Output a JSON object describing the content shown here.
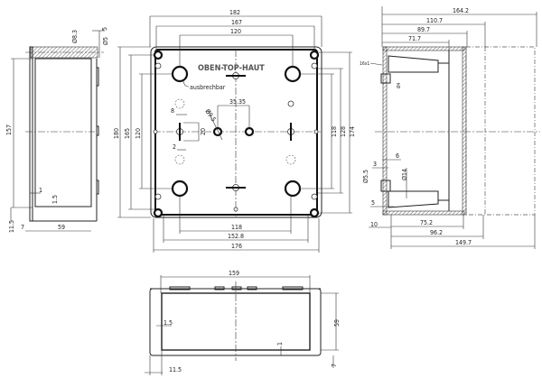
{
  "drawing": {
    "left_view": {
      "dims": {
        "h157": "157",
        "d83": "Ø8.3",
        "d5": "Ø5",
        "t5": "5",
        "t1": "1",
        "t15": "1.5",
        "t115": "11.5",
        "t7": "7",
        "t59": "59"
      }
    },
    "front_view": {
      "label": "OBEN-TOP-HAUT",
      "note": "ausbrechbar",
      "dims": {
        "w182": "182",
        "w167": "167",
        "w120": "120",
        "h180": "180",
        "h165": "165",
        "h120": "120",
        "h118": "118",
        "h128": "128",
        "h174": "174",
        "b118": "118",
        "b1528": "152.8",
        "b176": "176",
        "p3535": "35.35",
        "d95": "Ø9.5",
        "t8": "8",
        "t20": "20",
        "t2": "2"
      }
    },
    "side_view": {
      "dims": {
        "w1642": "164.2",
        "w1107": "110.7",
        "w897": "89.7",
        "w717": "71.7",
        "t16x1": "16x1",
        "d4": "Ø4",
        "t6": "6",
        "t3": "3",
        "d55": "Ø5.5",
        "d14": "Ø14",
        "t5": "5",
        "t10": "10",
        "b752": "75.2",
        "b962": "96.2",
        "b1497": "149.7"
      }
    },
    "bottom_view": {
      "dims": {
        "w159": "159",
        "t15": "1.5",
        "t1": "1",
        "h59": "59",
        "t7": "7",
        "t115": "11.5"
      }
    }
  }
}
